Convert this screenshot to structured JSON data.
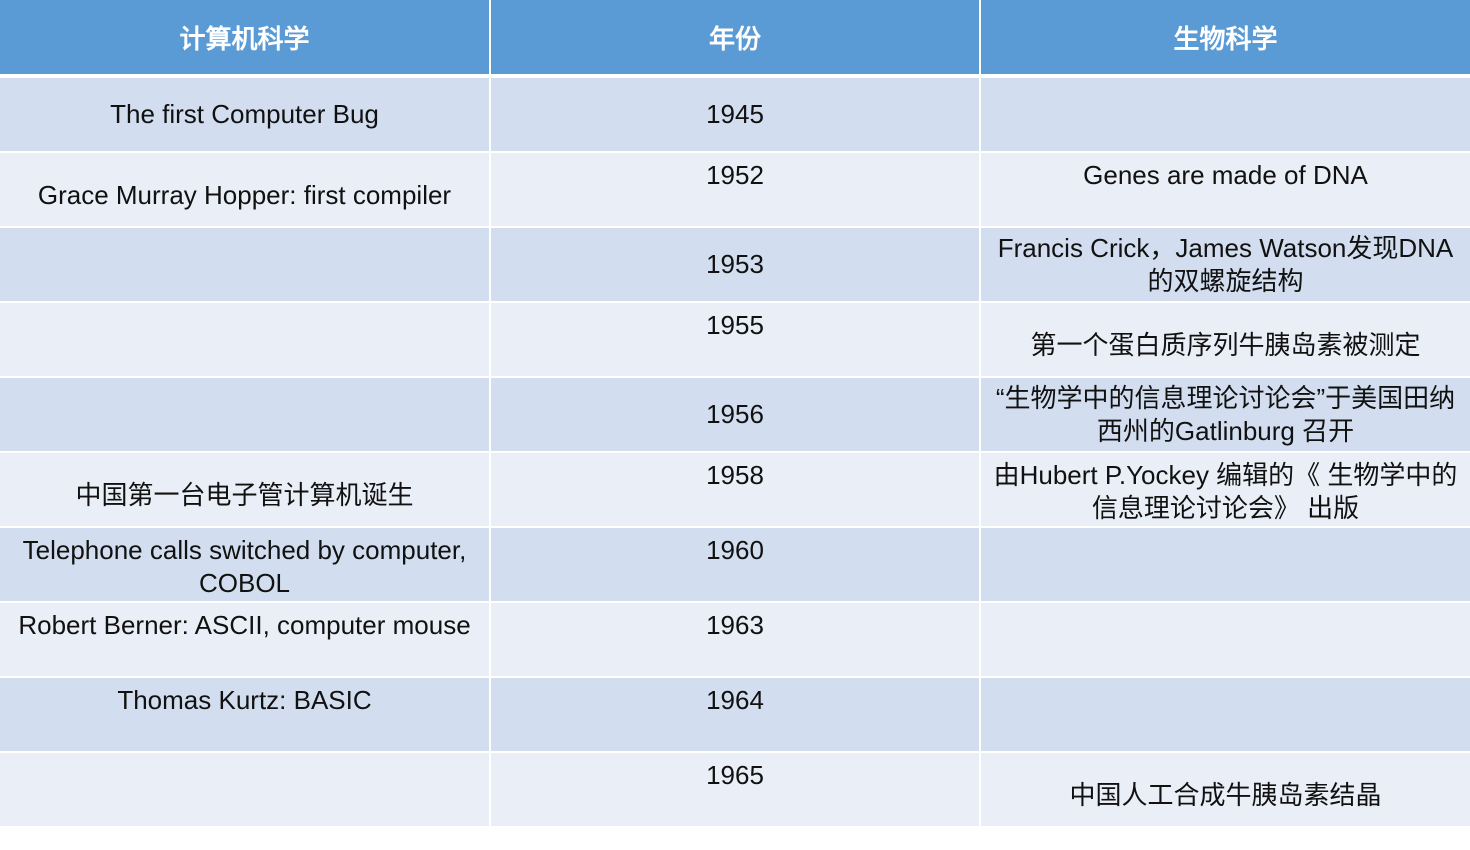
{
  "table": {
    "headers": [
      "计算机科学",
      "年份",
      "生物科学"
    ],
    "rows": [
      {
        "cs": "The first Computer Bug",
        "year": "1945",
        "bio": ""
      },
      {
        "cs": "Grace Murray Hopper: first compiler",
        "year": "1952",
        "bio": "Genes are made of DNA"
      },
      {
        "cs": "",
        "year": "1953",
        "bio": "Francis Crick，James Watson发现DNA 的双螺旋结构"
      },
      {
        "cs": "",
        "year": "1955",
        "bio": "第一个蛋白质序列牛胰岛素被测定"
      },
      {
        "cs": "",
        "year": "1956",
        "bio": "“生物学中的信息理论讨论会”于美国田纳西州的Gatlinburg 召开"
      },
      {
        "cs": "中国第一台电子管计算机诞生",
        "year": "1958",
        "bio": "由Hubert P.Yockey 编辑的《 生物学中的信息理论讨论会》 出版"
      },
      {
        "cs": "Telephone calls switched by computer, COBOL",
        "year": "1960",
        "bio": ""
      },
      {
        "cs": "Robert Berner: ASCII, computer mouse",
        "year": "1963",
        "bio": ""
      },
      {
        "cs": "Thomas Kurtz: BASIC",
        "year": "1964",
        "bio": ""
      },
      {
        "cs": "",
        "year": "1965",
        "bio": "中国人工合成牛胰岛素结晶"
      }
    ]
  },
  "colors": {
    "header_bg": "#5b9bd5",
    "row_odd_bg": "#d2deef",
    "row_even_bg": "#eaeff7"
  }
}
